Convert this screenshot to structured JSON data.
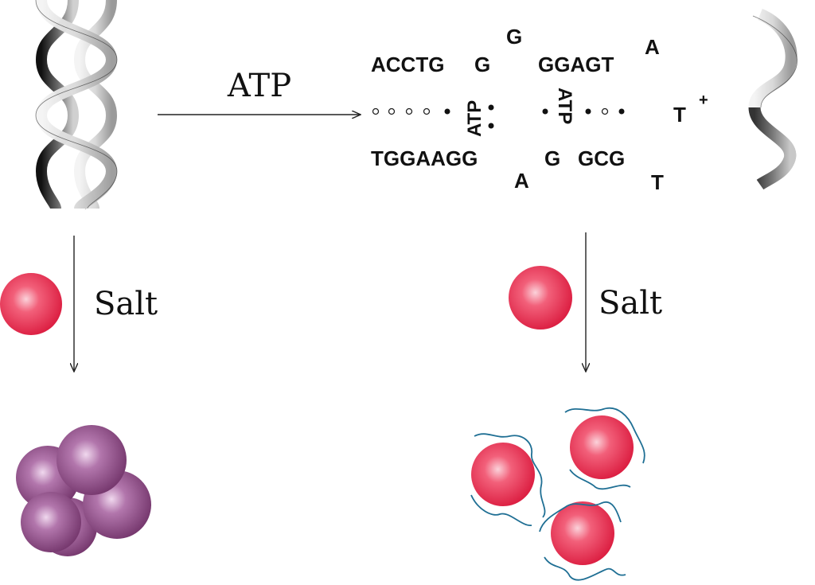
{
  "colors": {
    "gold_np": "#e8324f",
    "aggregated_np": "#8b4a86",
    "aptamer_strand": "#1f6f94",
    "helix_light": "#e6e6e6",
    "helix_dark": "#3a3a3a",
    "arrow": "#222222"
  },
  "labels": {
    "atp_arrow": "ATP",
    "salt_left": "Salt",
    "salt_right": "Salt",
    "plus": "+"
  },
  "complex": {
    "top_strand": "ACCTG",
    "top_g1": "G",
    "top_g_loop": "G",
    "top_strand_right": "GGAGT",
    "top_a": "A",
    "bottom_strand": "TGGAAGG",
    "bottom_a": "A",
    "bottom_g": "G",
    "bottom_strand_right": "GCG",
    "bottom_t": "T",
    "right_t": "T",
    "atp_left": "ATP",
    "atp_right": "ATP"
  },
  "icons": {
    "duplex": "dna-double-helix-icon",
    "single_strand": "dna-single-strand-icon",
    "np": "gold-nanoparticle-icon"
  }
}
